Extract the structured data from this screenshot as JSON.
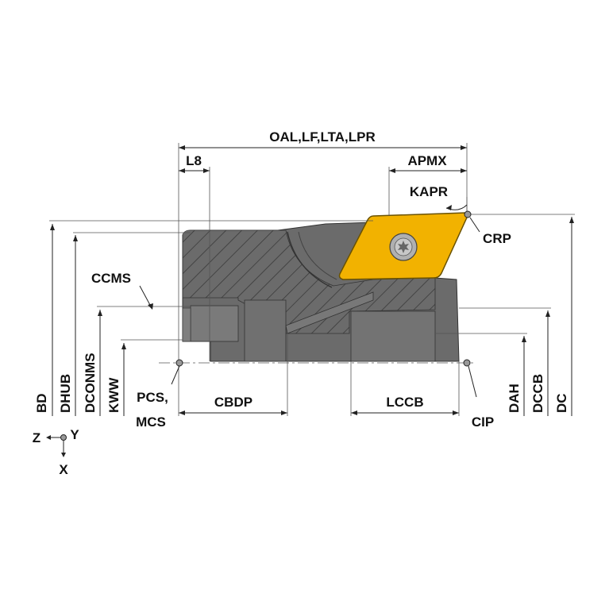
{
  "labels": {
    "oal": "OAL,LF,LTA,LPR",
    "l8": "L8",
    "apmx": "APMX",
    "kapr": "KAPR",
    "crp": "CRP",
    "ccms": "CCMS",
    "bd": "BD",
    "dhub": "DHUB",
    "dconms": "DCONMS",
    "kww": "KWW",
    "pcs": "PCS,",
    "mcs": "MCS",
    "cbdp": "CBDP",
    "lccb": "LCCB",
    "cip": "CIP",
    "dah": "DAH",
    "dccb": "DCCB",
    "dc": "DC",
    "axis_z": "Z",
    "axis_y": "Y",
    "axis_x": "X"
  },
  "colors": {
    "body": "#6b6b6b",
    "body_dark": "#5a5a5a",
    "hatch": "#3a3a3a",
    "insert": "#f2b200",
    "insert_edge": "#6a5200",
    "screw": "#b0b0b0",
    "lines": "#222222"
  },
  "icons": {
    "insert": "rhombic-insert-icon",
    "screw": "torx-screw-icon",
    "reference_point": "reference-point-icon",
    "axis_origin": "axis-origin-icon"
  }
}
